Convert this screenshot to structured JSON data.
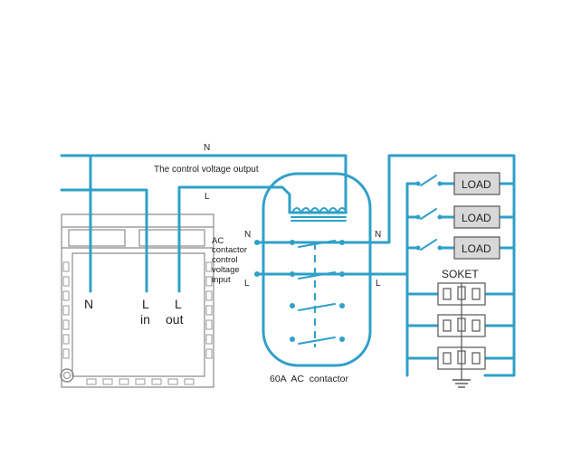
{
  "labels": {
    "top_n": "N",
    "control_voltage_output": "The control voltage output",
    "top_l": "L",
    "coil_n": "N",
    "contactor_control_input": [
      "AC",
      "contactor",
      "control",
      "voltage",
      "input"
    ],
    "contactor_left_l": "L",
    "contactor_right_n": "N",
    "contactor_right_l": "L",
    "contactor_name": "60A  AC  contactor",
    "loads": [
      "LOAD",
      "LOAD",
      "LOAD"
    ],
    "socket_label": "SOKET",
    "timer_n": "N",
    "timer_l_in": [
      "L",
      "in"
    ],
    "timer_l_out": [
      "L",
      "out"
    ]
  },
  "colors": {
    "wire": "#2fa0c8",
    "load_fill": "#d8d8d8",
    "timer_outline": "#8c8c8c"
  }
}
